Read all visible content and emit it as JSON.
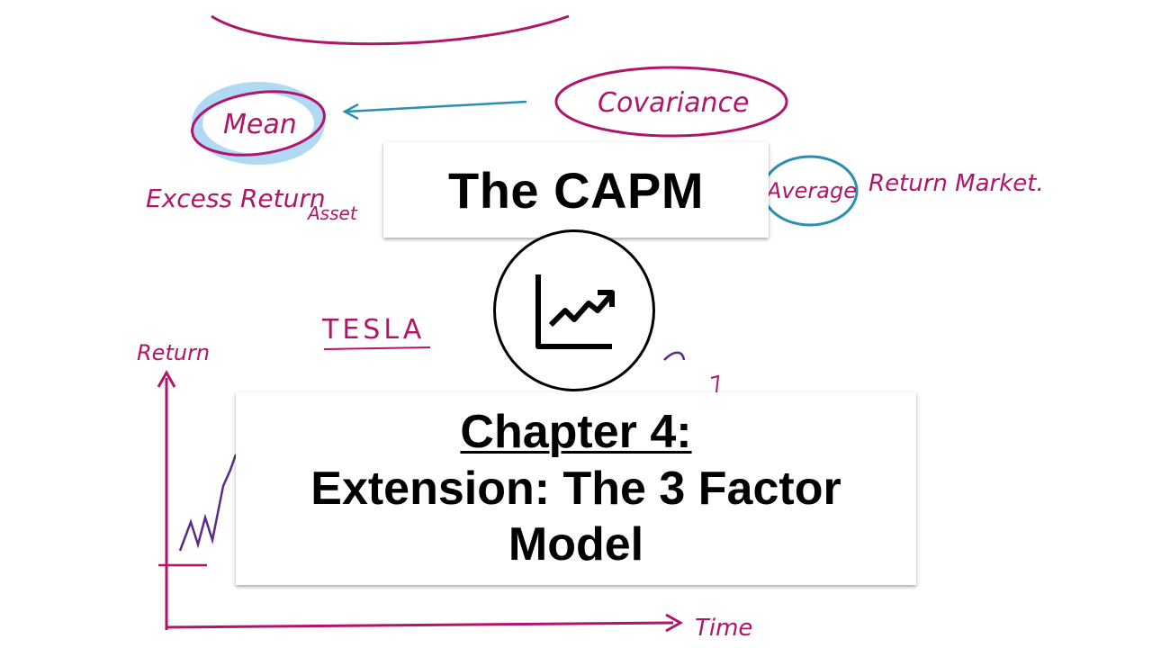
{
  "background_sketch": {
    "ink_colors": {
      "magenta": "#b0156b",
      "teal": "#2a8fb0",
      "highlight": "#9ed0f0",
      "purple": "#5b2a86"
    },
    "labels": {
      "mean": "Mean",
      "covariance": "Covariance",
      "excess_return": "Excess Return",
      "asset": "Asset",
      "average": "Average",
      "return_market": "Return Market.",
      "tesla": "TESLA",
      "return_axis": "Return",
      "time_axis": "Time"
    }
  },
  "title": {
    "text": "The CAPM"
  },
  "icon": {
    "name": "trending-up-chart-icon"
  },
  "chapter": {
    "heading": "Chapter 4:",
    "subtitle_line1": "Extension: The 3 Factor",
    "subtitle_line2": "Model"
  }
}
